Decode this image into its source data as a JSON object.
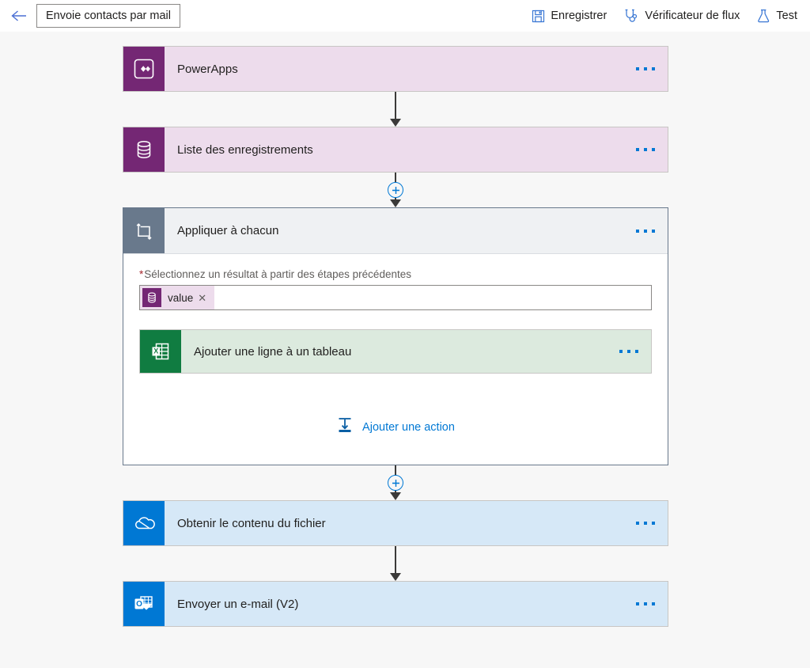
{
  "commandbar": {
    "back_icon": "back-arrow-icon",
    "flow_title": "Envoie contacts par mail",
    "actions": [
      {
        "id": "save",
        "label": "Enregistrer",
        "icon": "save-floppy-icon"
      },
      {
        "id": "flow-checker",
        "label": "Vérificateur de flux",
        "icon": "stethoscope-icon"
      },
      {
        "id": "test",
        "label": "Test",
        "icon": "flask-icon"
      }
    ]
  },
  "flow": {
    "trigger": {
      "label": "PowerApps",
      "icon": "powerapps-icon",
      "color": "#742774",
      "body_color": "#eddcec",
      "menu_icon": "ellipsis-icon"
    },
    "steps": [
      {
        "label": "Liste des enregistrements",
        "icon": "database-icon",
        "color": "#742774",
        "body_color": "#eddcec",
        "menu_icon": "ellipsis-icon"
      }
    ],
    "scope": {
      "label": "Appliquer à chacun",
      "icon": "loop-icon",
      "color": "#69798c",
      "body_color": "#eff1f3",
      "menu_icon": "ellipsis-icon",
      "field": {
        "required_marker": "*",
        "label": "Sélectionnez un résultat à partir des étapes précédentes",
        "token": {
          "text": "value",
          "icon": "database-icon",
          "remove_icon": "close-x-icon"
        }
      },
      "inner_action": {
        "label": "Ajouter une ligne à un tableau",
        "icon": "excel-icon",
        "color": "#107c41",
        "body_color": "#dceade",
        "menu_icon": "ellipsis-icon"
      },
      "add_action": {
        "label": "Ajouter une action",
        "icon": "insert-step-icon"
      }
    },
    "tail_steps": [
      {
        "label": "Obtenir le contenu du fichier",
        "icon": "onedrive-icon",
        "color": "#0078d4",
        "body_color": "#d6e8f7",
        "menu_icon": "ellipsis-icon"
      },
      {
        "label": "Envoyer un e-mail (V2)",
        "icon": "outlook-icon",
        "color": "#0078d4",
        "body_color": "#d6e8f7",
        "menu_icon": "ellipsis-icon"
      }
    ],
    "connector_add_icon": "plus-circle-icon"
  }
}
